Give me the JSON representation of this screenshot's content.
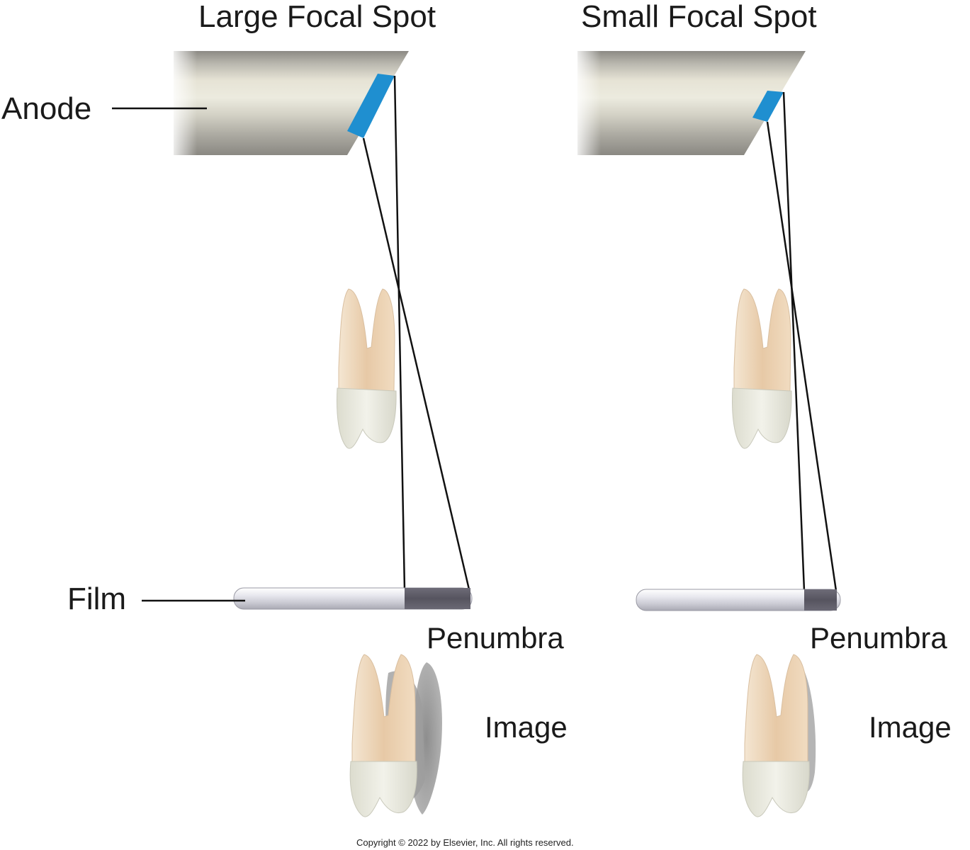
{
  "panels": {
    "left": {
      "title": "Large Focal Spot",
      "penumbra_label": "Penumbra",
      "image_label": "Image"
    },
    "right": {
      "title": "Small Focal Spot",
      "penumbra_label": "Penumbra",
      "image_label": "Image"
    }
  },
  "labels": {
    "anode": "Anode",
    "film": "Film"
  },
  "copyright": "Copyright © 2022 by Elsevier, Inc. All rights reserved.",
  "colors": {
    "focal_spot": "#1f8fd0",
    "penumbra_band": "#5e5c66",
    "film": "#e6e6ea",
    "tooth_crown": "#e6e6dc",
    "tooth_root": "#ecd3b6",
    "shadow": "#9b9b9b"
  }
}
